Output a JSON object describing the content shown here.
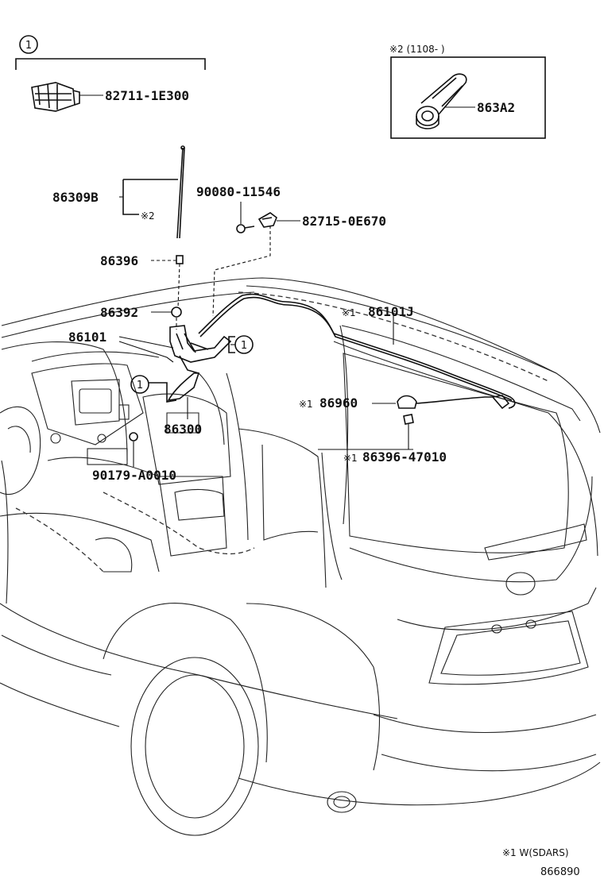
{
  "callout_1": "1",
  "ref_box": {
    "note": "※2 (1108-     )",
    "part": "863A2"
  },
  "parts": {
    "p82711": "82711-1E300",
    "p86309B": "86309B",
    "note2": "※2",
    "p90080": "90080-11546",
    "p82715": "82715-0E670",
    "p86396": "86396",
    "p86392": "86392",
    "p86101J": "86101J",
    "p86101J_note": "※1",
    "p86101": "86101",
    "p86960": "86960",
    "p86960_note": "※1",
    "p86300": "86300",
    "p86396_47010": "86396-47010",
    "p86396_47010_note": "※1",
    "p90179": "90179-A0010"
  },
  "footnote": "※1 W(SDARS)",
  "diagram_id": "866890"
}
